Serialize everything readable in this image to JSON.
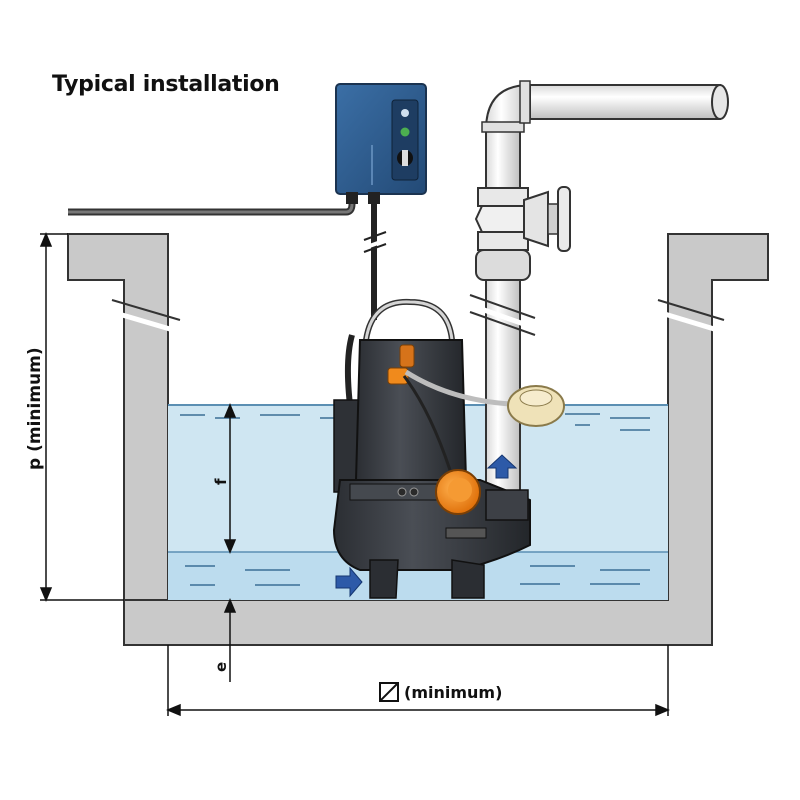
{
  "title": "Typical installation",
  "dimensions": {
    "p_label": "p (minimum)",
    "f_label": "f",
    "e_label": "e",
    "diameter_label": "(minimum)"
  },
  "colors": {
    "water": "#cfe6f2",
    "water_line": "#5b8fb3",
    "pit_wall": "#c9c9c9",
    "pump_body": "#3a3d42",
    "float": "#f08a1c",
    "control_box": "#2f5c8f",
    "arrow": "#2d5aa8"
  },
  "icons": [
    "control-panel-icon",
    "valve-icon",
    "float-switch-icon",
    "flow-arrow-icon",
    "diameter-symbol-icon"
  ]
}
